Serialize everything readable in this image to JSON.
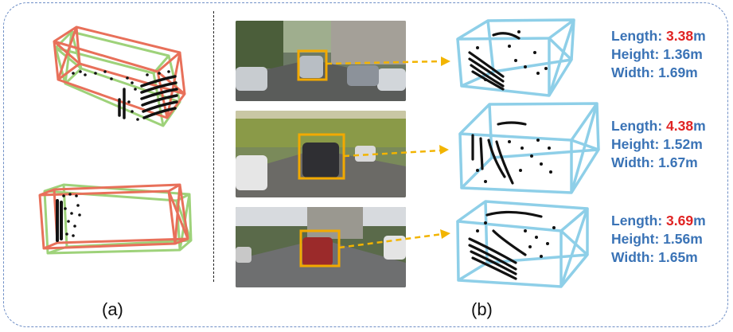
{
  "panels": {
    "a_label": "(a)",
    "b_label": "(b)"
  },
  "rows": [
    {
      "length_label": "Length: ",
      "length_value": "3.38",
      "length_unit": "m",
      "height_text": "Height: 1.36m",
      "width_text": "Width: 1.69m"
    },
    {
      "length_label": "Length: ",
      "length_value": "4.38",
      "length_unit": "m",
      "height_text": "Height: 1.52m",
      "width_text": "Width: 1.67m"
    },
    {
      "length_label": "Length: ",
      "length_value": "3.69",
      "length_unit": "m",
      "height_text": "Height: 1.56m",
      "width_text": "Width: 1.65m"
    }
  ],
  "colors": {
    "frame_border": "#6f8fc6",
    "box_red": "#e8705a",
    "box_green": "#9ed27a",
    "box_blue": "#8ecfe8",
    "detection_box": "#f2a900",
    "arrow": "#f2b400",
    "text_blue": "#3a73b6",
    "text_red": "#e02424"
  }
}
